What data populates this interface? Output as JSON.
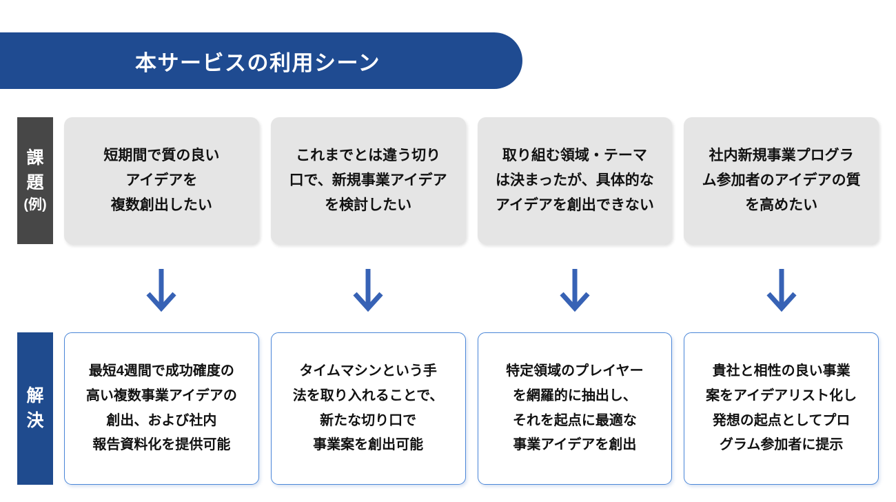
{
  "banner": {
    "title": "本サービスの利用シーン",
    "color": "#1F4B91"
  },
  "problem_row": {
    "label_line1": "課",
    "label_line2": "題",
    "label_line3": "(例)",
    "label_color": "#474747",
    "card_bg": "#E5E5E5",
    "cards": [
      {
        "lines": [
          "短期間で質の良い",
          "アイデアを",
          "複数創出したい"
        ]
      },
      {
        "lines": [
          "これまでとは違う切り",
          "口で、新規事業アイデア",
          "を検討したい"
        ]
      },
      {
        "lines": [
          "取り組む領域・テーマ",
          "は決まったが、具体的な",
          "アイデアを創出できない"
        ]
      },
      {
        "lines": [
          "社内新規事業プログラ",
          "ム参加者のアイデアの質",
          "を高めたい"
        ]
      }
    ]
  },
  "arrows": {
    "icon": "down-arrow-icon",
    "color": "#3762B5",
    "count": 4
  },
  "solution_row": {
    "label_line1": "解",
    "label_line2": "決",
    "label_color": "#1F4B8E",
    "card_border": "#4A86D8",
    "cards": [
      {
        "lines": [
          "最短4週間で成功確度の",
          "高い複数事業アイデアの",
          "創出、および社内",
          "報告資料化を提供可能"
        ]
      },
      {
        "lines": [
          "タイムマシンという手",
          "法を取り入れることで、",
          "新たな切り口で",
          "事業案を創出可能"
        ]
      },
      {
        "lines": [
          "特定領域のプレイヤー",
          "を網羅的に抽出し、",
          "それを起点に最適な",
          "事業アイデアを創出"
        ]
      },
      {
        "lines": [
          "貴社と相性の良い事業",
          "案をアイデアリスト化し",
          "発想の起点としてプロ",
          "グラム参加者に提示"
        ]
      }
    ]
  }
}
